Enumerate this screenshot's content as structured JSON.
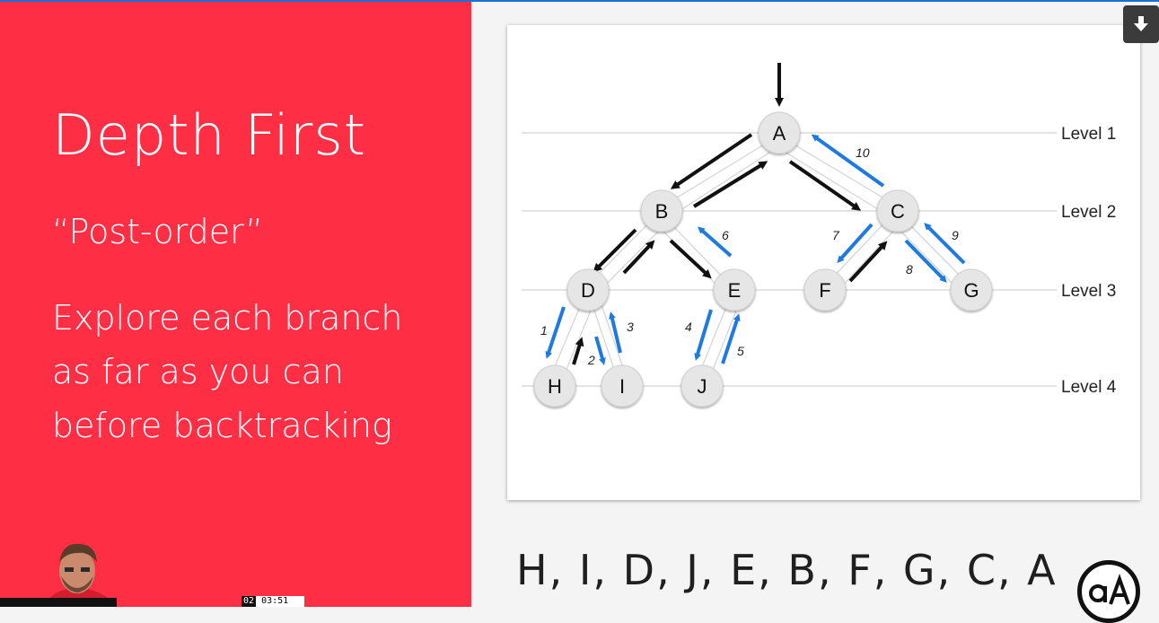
{
  "slide": {
    "title": "Depth First",
    "subtitle": "“Post-order”",
    "description": "Explore each branch as far as you can before backtracking",
    "order": "H, I, D, J, E, B, F, G, C, A"
  },
  "colors": {
    "left_panel": "#fe2e44",
    "blue_arrow": "#1f7ae0",
    "black_arrow": "#111111",
    "node_fill": "#e6e6e6"
  },
  "diagram": {
    "levels": [
      "Level 1",
      "Level 2",
      "Level 3",
      "Level 4"
    ],
    "nodes": [
      "A",
      "B",
      "C",
      "D",
      "E",
      "F",
      "G",
      "H",
      "I",
      "J"
    ],
    "step_labels": [
      "1",
      "2",
      "3",
      "4",
      "5",
      "6",
      "7",
      "8",
      "9",
      "10"
    ]
  },
  "player": {
    "time": "03:51",
    "time_prefix": "02"
  },
  "icons": {
    "download": "download-icon",
    "logo": "brand-logo"
  }
}
